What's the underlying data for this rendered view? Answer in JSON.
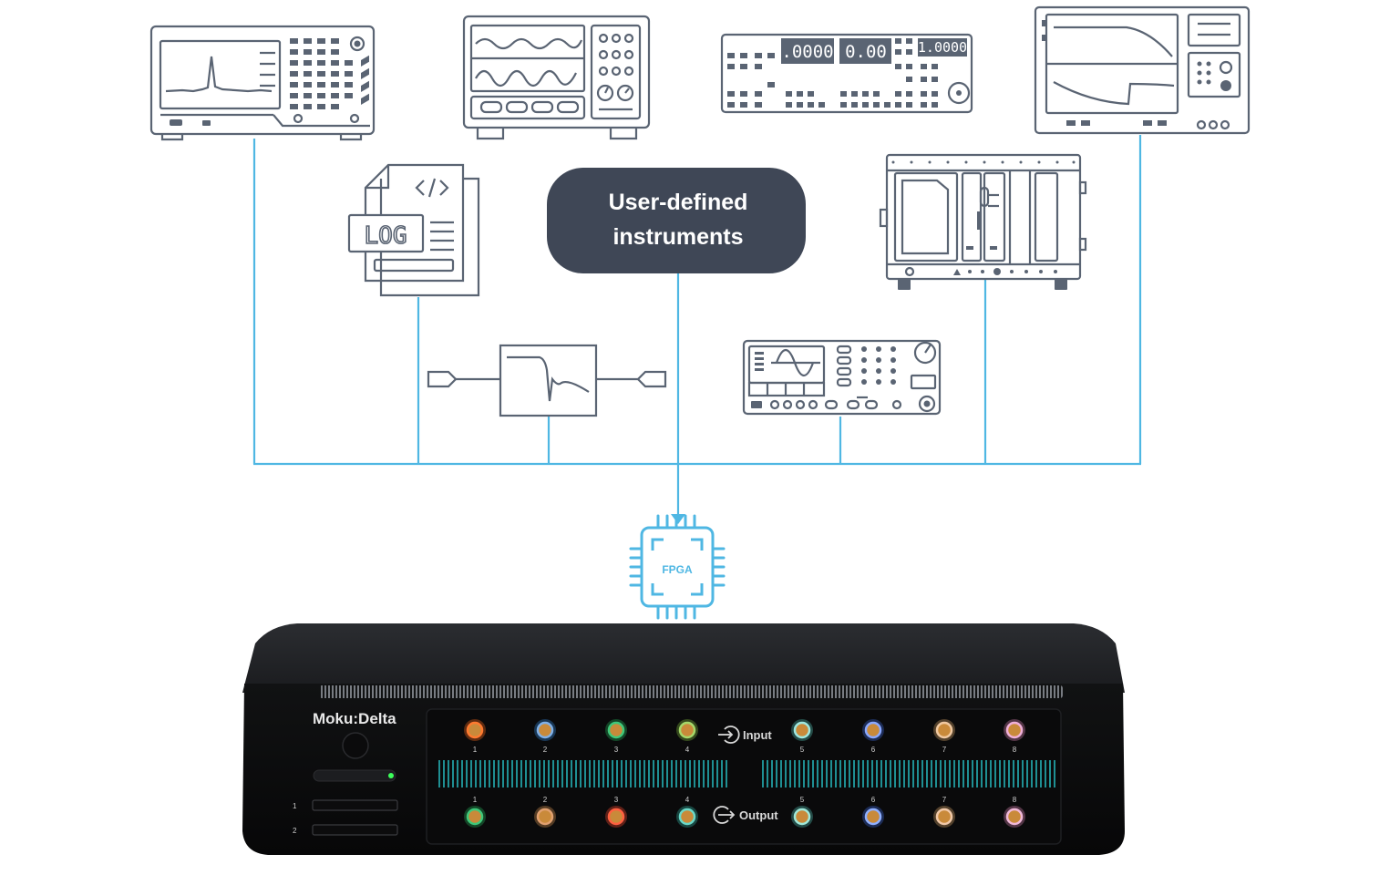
{
  "center_label": {
    "line1": "User-defined",
    "line2": "instruments"
  },
  "instruments": {
    "calibrator_readouts": [
      ".0000",
      "0.00",
      "1.0000"
    ],
    "log_label": "LOG"
  },
  "fpga_label": "FPGA",
  "device": {
    "brand": "Moku:Delta",
    "input_label": "Input",
    "output_label": "Output",
    "input_numbers": [
      "1",
      "2",
      "3",
      "4",
      "5",
      "6",
      "7",
      "8"
    ],
    "output_numbers": [
      "1",
      "2",
      "3",
      "4",
      "5",
      "6",
      "7",
      "8"
    ],
    "slot_numbers": [
      "1",
      "2"
    ]
  },
  "colors": {
    "line_gray": "#5a6473",
    "wire_blue": "#4fb7e3",
    "label_box": "#3f4756",
    "device_body": "#151617"
  }
}
